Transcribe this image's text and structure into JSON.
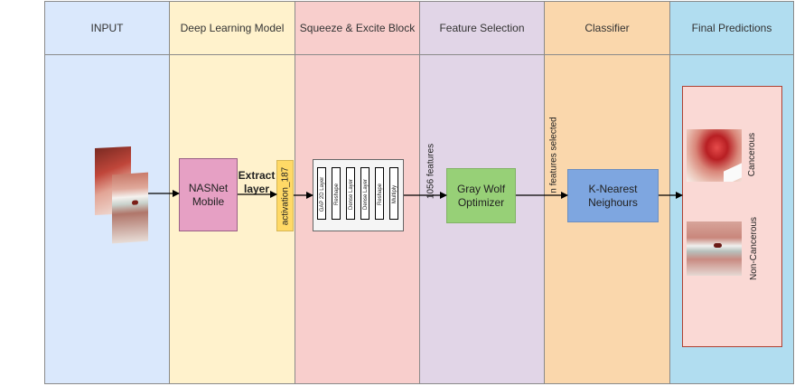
{
  "lanes": {
    "input": "INPUT",
    "model": "Deep Learning Model",
    "se": "Squeeze & Excite Block",
    "feature": "Feature Selection",
    "classifier": "Classifier",
    "final": "Final Predictions"
  },
  "nodes": {
    "nasnet": "NASNet\nMobile",
    "extract": "Extract\nlayer",
    "activation": "activation_187",
    "gwo": "Gray Wolf\nOptimizer",
    "knn": "K-Nearest\nNeighours"
  },
  "se_layers": [
    "GAP 2D Layer",
    "Reshape",
    "Dense Layer",
    "Dense Layer",
    "Reshape",
    "Multiply"
  ],
  "edge_labels": {
    "features_1056": "1056 features",
    "n_features": "n features selected"
  },
  "predictions": {
    "cancerous": "Cancerous",
    "non_cancerous": "Non-Cancerous"
  },
  "colors": {
    "input_lane": "#dae8fc",
    "model_lane": "#fff2cc",
    "se_lane": "#f8cecc",
    "feature_lane": "#e1d5e7",
    "classifier_lane": "#fad7ac",
    "final_lane": "#b1ddf0",
    "nasnet_fill": "#e6a0c4",
    "activation_fill": "#ffd966",
    "gwo_fill": "#97d077",
    "knn_fill": "#7ea6e0",
    "pred_box_fill": "#fad9d5"
  }
}
